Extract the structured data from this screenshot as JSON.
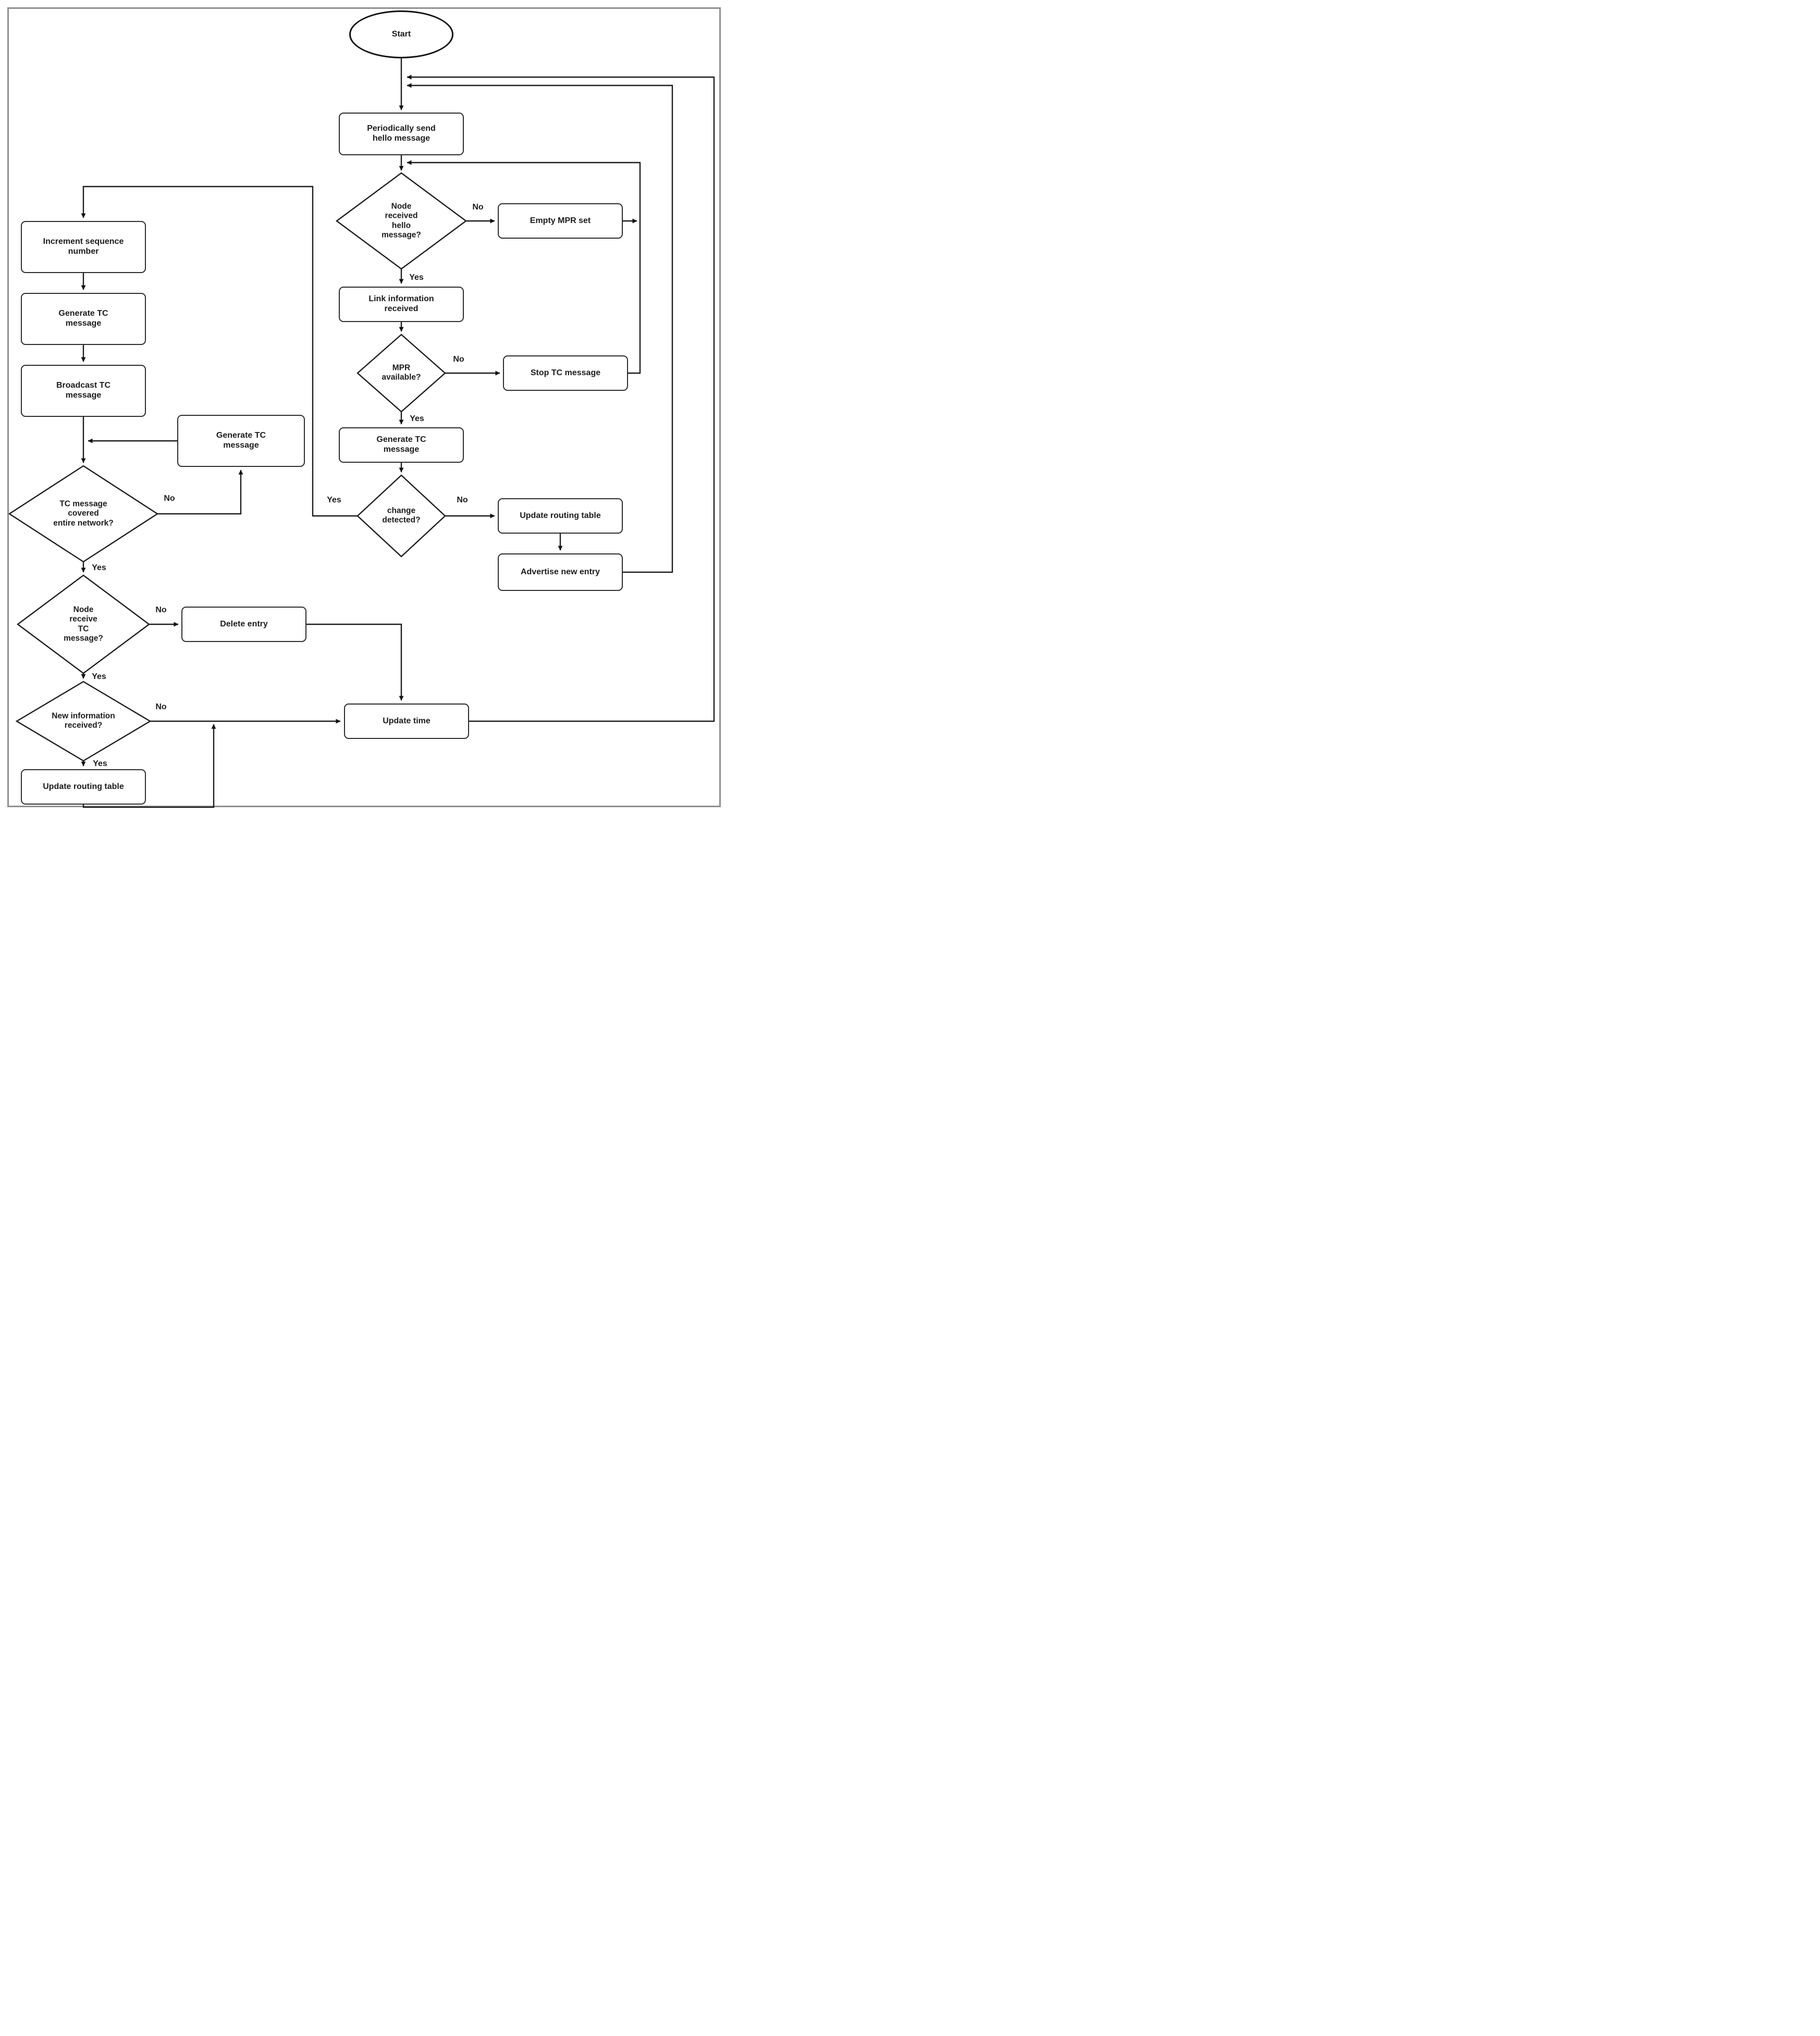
{
  "diagram_type": "flowchart",
  "colors": {
    "line": "#1c1c1c",
    "shape_border": "#2d2d2d",
    "background": "#ffffff",
    "frame_border": "#8f8f8f"
  },
  "branch": {
    "yes": "Yes",
    "no": "No"
  },
  "nodes": {
    "start": {
      "type": "terminator",
      "label": "Start"
    },
    "periodically_send_hello": {
      "type": "process",
      "label": "Periodically send\nhello message"
    },
    "node_received_hello": {
      "type": "decision",
      "label": "Node\nreceived\nhello\nmessage?"
    },
    "empty_mpr_set": {
      "type": "process",
      "label": "Empty MPR set"
    },
    "link_information_received": {
      "type": "process",
      "label": "Link information\nreceived"
    },
    "mpr_available": {
      "type": "decision",
      "label": "MPR\navailable?"
    },
    "stop_tc_message": {
      "type": "process",
      "label": "Stop TC message"
    },
    "generate_tc_message_main": {
      "type": "process",
      "label": "Generate TC\nmessage"
    },
    "change_detected": {
      "type": "decision",
      "label": "change\ndetected?"
    },
    "update_routing_table_right": {
      "type": "process",
      "label": "Update routing table"
    },
    "advertise_new_entry": {
      "type": "process",
      "label": "Advertise new entry"
    },
    "update_time": {
      "type": "process",
      "label": "Update time"
    },
    "increment_sequence_number": {
      "type": "process",
      "label": "Increment sequence\nnumber"
    },
    "generate_tc_message_left": {
      "type": "process",
      "label": "Generate TC\nmessage"
    },
    "broadcast_tc_message": {
      "type": "process",
      "label": "Broadcast TC\nmessage"
    },
    "generate_tc_message_loop": {
      "type": "process",
      "label": "Generate TC\nmessage"
    },
    "tc_message_covered_network": {
      "type": "decision",
      "label": "TC message\ncovered\nentire network?"
    },
    "node_receive_tc_message": {
      "type": "decision",
      "label": "Node\nreceive\nTC\nmessage?"
    },
    "delete_entry": {
      "type": "process",
      "label": "Delete entry"
    },
    "new_information_received": {
      "type": "decision",
      "label": "New information\nreceived?"
    },
    "update_routing_table_bottom": {
      "type": "process",
      "label": "Update routing table"
    }
  },
  "edges": [
    {
      "from": "start",
      "to": "periodically_send_hello",
      "label": ""
    },
    {
      "from": "periodically_send_hello",
      "to": "node_received_hello",
      "label": ""
    },
    {
      "from": "node_received_hello",
      "to": "empty_mpr_set",
      "label": "No"
    },
    {
      "from": "node_received_hello",
      "to": "link_information_received",
      "label": "Yes"
    },
    {
      "from": "empty_mpr_set",
      "to": "node_received_hello",
      "label": "feedback to hello-decision entry"
    },
    {
      "from": "link_information_received",
      "to": "mpr_available",
      "label": ""
    },
    {
      "from": "mpr_available",
      "to": "stop_tc_message",
      "label": "No"
    },
    {
      "from": "mpr_available",
      "to": "generate_tc_message_main",
      "label": "Yes"
    },
    {
      "from": "stop_tc_message",
      "to": "node_received_hello",
      "label": "feedback to hello-decision entry"
    },
    {
      "from": "generate_tc_message_main",
      "to": "change_detected",
      "label": ""
    },
    {
      "from": "change_detected",
      "to": "update_routing_table_right",
      "label": "No"
    },
    {
      "from": "change_detected",
      "to": "increment_sequence_number",
      "label": "Yes"
    },
    {
      "from": "update_routing_table_right",
      "to": "advertise_new_entry",
      "label": ""
    },
    {
      "from": "advertise_new_entry",
      "to": "periodically_send_hello",
      "label": "feedback to top"
    },
    {
      "from": "increment_sequence_number",
      "to": "generate_tc_message_left",
      "label": ""
    },
    {
      "from": "generate_tc_message_left",
      "to": "broadcast_tc_message",
      "label": ""
    },
    {
      "from": "broadcast_tc_message",
      "to": "tc_message_covered_network",
      "label": ""
    },
    {
      "from": "tc_message_covered_network",
      "to": "generate_tc_message_loop",
      "label": "No"
    },
    {
      "from": "generate_tc_message_loop",
      "to": "tc_message_covered_network",
      "label": "re-enter decision"
    },
    {
      "from": "tc_message_covered_network",
      "to": "node_receive_tc_message",
      "label": "Yes"
    },
    {
      "from": "node_receive_tc_message",
      "to": "delete_entry",
      "label": "No"
    },
    {
      "from": "node_receive_tc_message",
      "to": "new_information_received",
      "label": "Yes"
    },
    {
      "from": "delete_entry",
      "to": "update_time",
      "label": ""
    },
    {
      "from": "new_information_received",
      "to": "update_time",
      "label": "No"
    },
    {
      "from": "new_information_received",
      "to": "update_routing_table_bottom",
      "label": "Yes"
    },
    {
      "from": "update_routing_table_bottom",
      "to": "update_time",
      "label": "merge into No-path"
    },
    {
      "from": "update_time",
      "to": "periodically_send_hello",
      "label": "feedback to top"
    }
  ]
}
